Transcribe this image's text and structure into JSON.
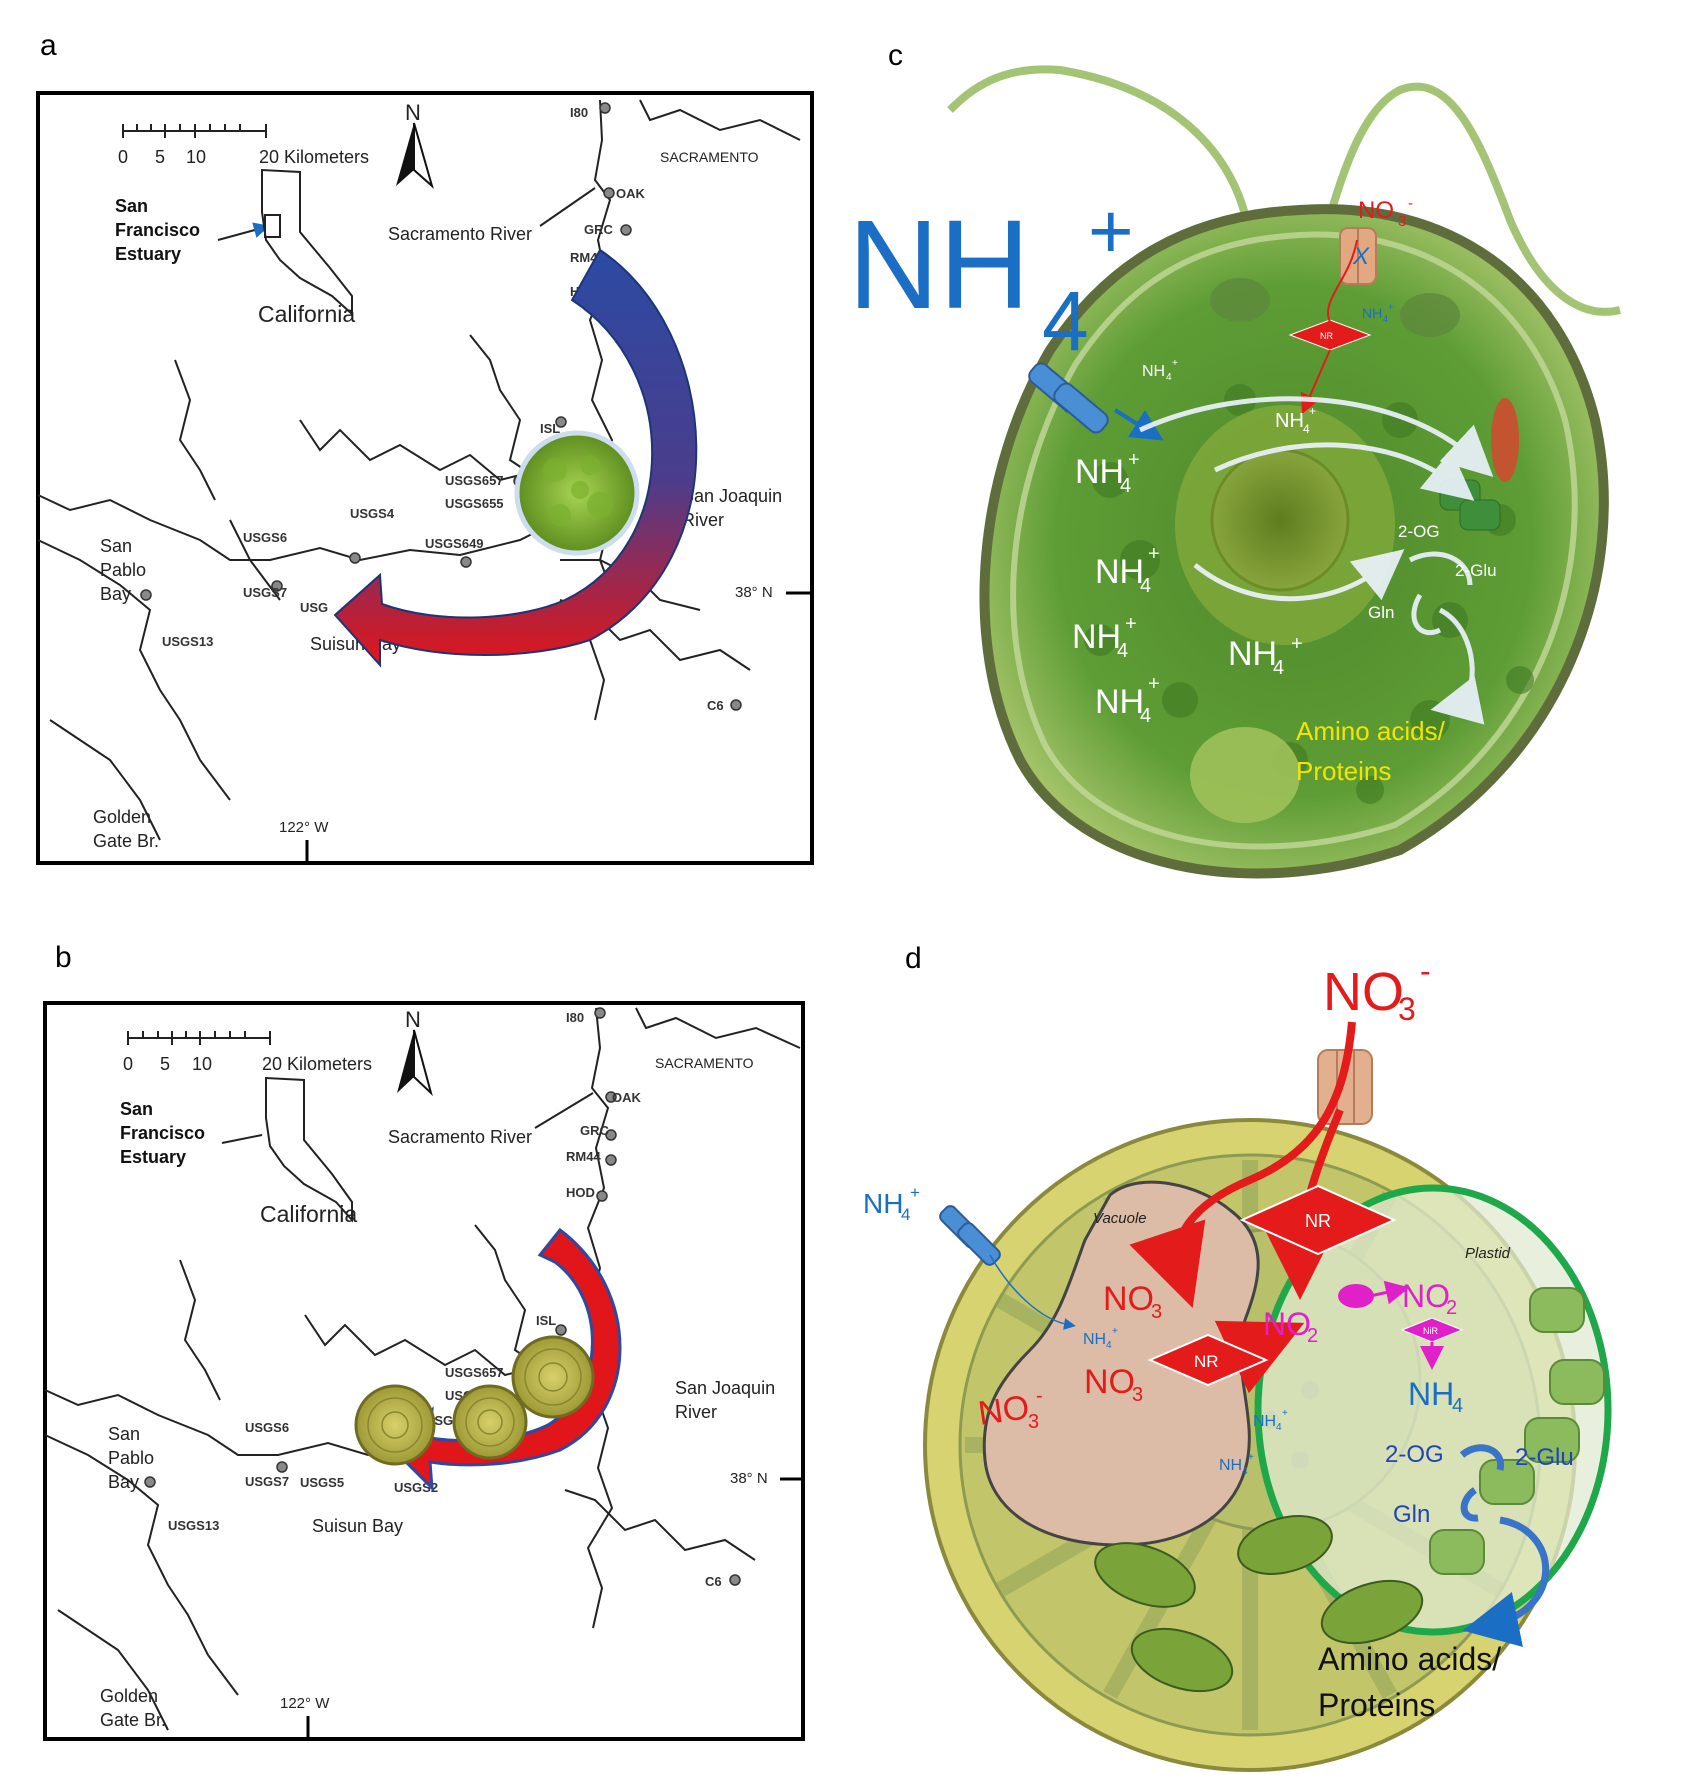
{
  "panels": {
    "a": "a",
    "b": "b",
    "c": "c",
    "d": "d"
  },
  "map": {
    "scale_ticks": [
      "0",
      "5",
      "10",
      "20 Kilometers"
    ],
    "north": "N",
    "estuary_label": [
      "San",
      "Francisco",
      "Estuary"
    ],
    "state": "California",
    "city": "SACRAMENTO",
    "sacramento_river": "Sacramento River",
    "san_joaquin": [
      "San Joaquin",
      "River"
    ],
    "san_pablo": [
      "San",
      "Pablo",
      "Bay"
    ],
    "suisun": "Suisun Bay",
    "golden_gate": [
      "Golden",
      "Gate Br."
    ],
    "lat": "38° N",
    "lon": "122° W",
    "stations_a": [
      "I80",
      "OAK",
      "GRC",
      "RM44",
      "HO",
      "ISL",
      "USGS657",
      "USGS655",
      "USGS649",
      "USGS4",
      "USGS6",
      "USGS7",
      "USGS13",
      "USG",
      "C6"
    ],
    "stations_b": [
      "I80",
      "OAK",
      "GRC",
      "RM44",
      "HOD",
      "ISL",
      "USGS657",
      "USGS655",
      "USG",
      "USGS6",
      "USGS7",
      "USGS5",
      "USGS2",
      "USGS13",
      "C6"
    ]
  },
  "cell_c": {
    "big_nh4": "NH",
    "big_sub": "4",
    "big_sup": "+",
    "no3": "NO",
    "no3_sub": "3",
    "no3_sup": "-",
    "x_mark": "X",
    "nr": "NR",
    "nh4_small": "NH",
    "sub4": "4",
    "plus": "+",
    "two_og": "2-OG",
    "two_glu": "2-Glu",
    "gln": "Gln",
    "amino": "Amino acids/",
    "proteins": "Proteins"
  },
  "cell_d": {
    "no3": "NO",
    "sub3": "3",
    "minus": "-",
    "nh4": "NH",
    "sub4": "4",
    "plus": "+",
    "vacuole": "Vacuole",
    "plastid": "Plastid",
    "nr": "NR",
    "nir": "NiR",
    "no2": "NO",
    "sub2": "2",
    "nh4_plastid": "NH",
    "two_og": "2-OG",
    "two_glu": "2-Glu",
    "gln": "Gln",
    "amino": "Amino acids/",
    "proteins": "Proteins"
  },
  "colors": {
    "ammonium_blue": "#1a6fc4",
    "nitrate_red": "#e41b1b",
    "nitrite_magenta": "#e020c8",
    "plastid_green": "#1fa84a",
    "amino_yellow": "#f2e600"
  }
}
